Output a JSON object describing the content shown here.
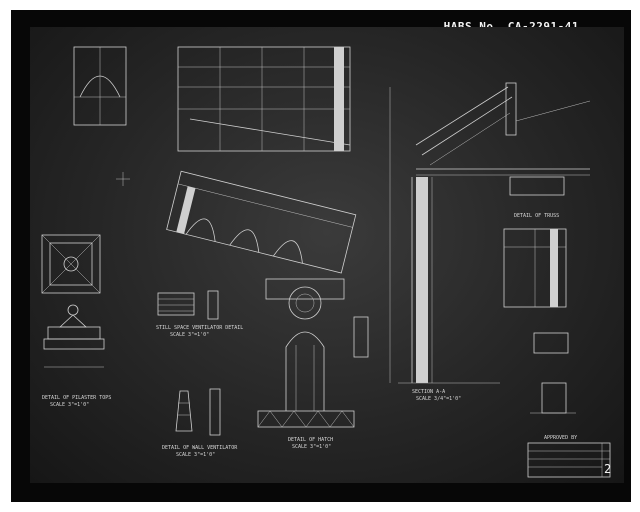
{
  "survey_number": "HABS No. CA-2291-41",
  "sheet_number": "2",
  "captions": {
    "pilaster_detail": "DETAIL OF PILASTER TOPS",
    "pilaster_scale": "SCALE 3\"=1'0\"",
    "vent_detail": "STILL SPACE VENTILATOR DETAIL",
    "vent_scale": "SCALE 3\"=1'0\"",
    "wall_vent_detail": "DETAIL OF WALL VENTILATOR",
    "wall_vent_scale": "SCALE 3\"=1'0\"",
    "hatch_detail": "DETAIL OF HATCH",
    "hatch_scale": "SCALE 3\"=1'0\"",
    "section": "SECTION A-A",
    "section_scale": "SCALE 3/4\"=1'0\"",
    "truss_detail": "DETAIL OF TRUSS",
    "approved": "APPROVED BY"
  }
}
